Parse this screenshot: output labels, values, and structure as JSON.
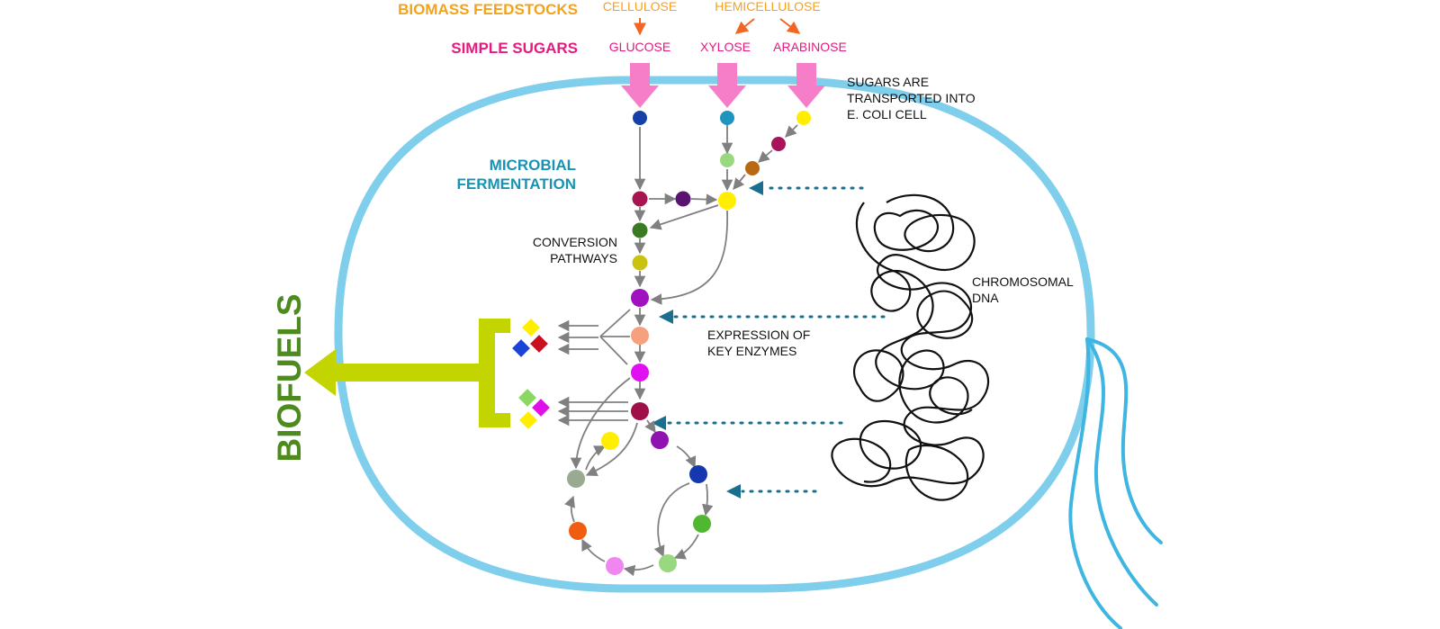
{
  "colors": {
    "feedstock": "#f5a21b",
    "sugar": "#e6197f",
    "sugar_arrow": "#f67ec8",
    "feed_arrow": "#f26522",
    "cell_wall": "#7fcfec",
    "flagella": "#3fb5e2",
    "fermentation": "#1793b5",
    "dotted": "#1b6f8e",
    "pathway_arrow": "#808080",
    "biofuel_bracket": "#c2d500",
    "biofuels_text": "#4d8b1f",
    "dna": "#111111"
  },
  "headings": {
    "biomass_feedstocks": "BIOMASS FEEDSTOCKS",
    "simple_sugars": "SIMPLE SUGARS",
    "microbial_fermentation_line1": "MICROBIAL",
    "microbial_fermentation_line2": "FERMENTATION",
    "biofuels": "BIOFUELS"
  },
  "feedstocks": {
    "cellulose": "CELLULOSE",
    "hemicellulose": "HEMICELLULOSE"
  },
  "sugars": {
    "glucose": "GLUCOSE",
    "xylose": "XYLOSE",
    "arabinose": "ARABINOSE"
  },
  "annotations": {
    "transport_line1": "SUGARS ARE",
    "transport_line2": "TRANSPORTED INTO",
    "transport_line3": "E. COLI CELL",
    "conversion_line1": "CONVERSION",
    "conversion_line2": "PATHWAYS",
    "expression_line1": "EXPRESSION OF",
    "expression_line2": "KEY ENZYMES",
    "dna_line1": "CHROMOSOMAL",
    "dna_line2": "DNA"
  },
  "metabolite_colors": [
    "#1540a8",
    "#1e94c0",
    "#ffee00",
    "#a8145a",
    "#b86a12",
    "#9ad880",
    "#a81450",
    "#5a1470",
    "#ffee00",
    "#3a7a22",
    "#c9c210",
    "#a012c0",
    "#f7a07e",
    "#e010f0",
    "#a01048",
    "#ffee00",
    "#9012b0",
    "#98aa90",
    "#1538b0",
    "#50b830",
    "#9ad880",
    "#f087f0",
    "#f05c10"
  ],
  "biofuel_molecule_colors": {
    "group1": [
      "#ffee00",
      "#c81020",
      "#1a44d8"
    ],
    "group2": [
      "#8ad860",
      "#e010e8",
      "#ffee00"
    ]
  }
}
